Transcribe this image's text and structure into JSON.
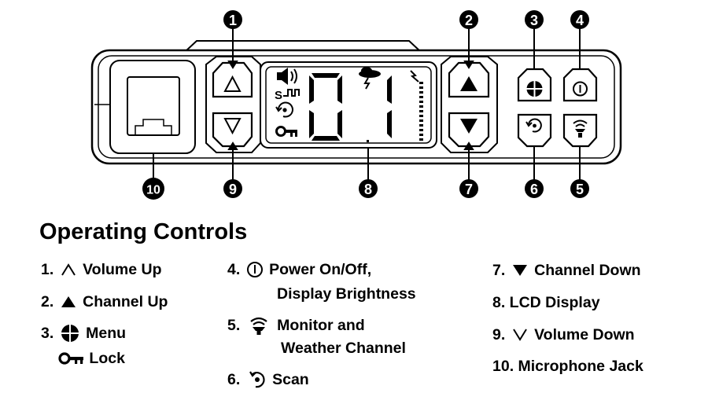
{
  "device": {
    "callouts": [
      "1",
      "2",
      "3",
      "4",
      "5",
      "6",
      "7",
      "8",
      "9",
      "10"
    ],
    "lcd": {
      "channel": "01"
    }
  },
  "heading": "Operating Controls",
  "legend": {
    "item1": {
      "num": "1.",
      "label": "Volume Up",
      "icon": "chevron-up-icon"
    },
    "item2": {
      "num": "2.",
      "label": "Channel Up",
      "icon": "triangle-up-icon"
    },
    "item3": {
      "num": "3.",
      "label": "Menu",
      "icon": "menu-icon"
    },
    "item3b": {
      "label": "Lock",
      "icon": "key-icon"
    },
    "item4": {
      "num": "4.",
      "label_line1": "Power On/Off,",
      "label_line2": "Display Brightness",
      "icon": "power-icon"
    },
    "item5": {
      "num": "5.",
      "label_line1": "Monitor and",
      "label_line2": "Weather Channel",
      "icon": "monitor-icon"
    },
    "item6": {
      "num": "6.",
      "label": "Scan",
      "icon": "scan-icon"
    },
    "item7": {
      "num": "7.",
      "label": "Channel Down",
      "icon": "triangle-down-icon"
    },
    "item8": {
      "label": "8. LCD Display"
    },
    "item9": {
      "num": "9.",
      "label": "Volume Down",
      "icon": "chevron-down-icon"
    },
    "item10": {
      "label": "10. Microphone Jack"
    }
  }
}
